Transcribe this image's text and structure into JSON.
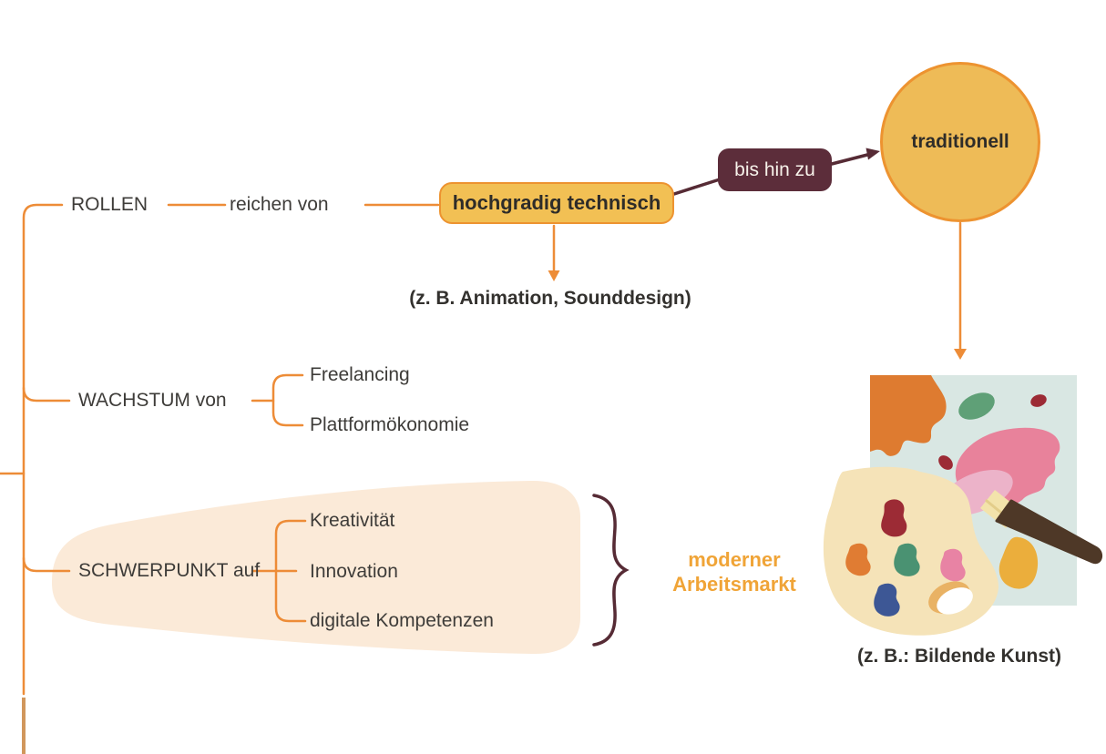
{
  "diagram": {
    "rollen": {
      "label": "ROLLEN",
      "relation": "reichen von",
      "node": "hochgradig technisch",
      "node_example": "(z. B. Animation, Sounddesign)",
      "link_label": "bis hin zu",
      "target_node": "traditionell",
      "target_example": "(z. B.: Bildende Kunst)"
    },
    "wachstum": {
      "label": "WACHSTUM von",
      "items": [
        "Freelancing",
        "Plattformökonomie"
      ]
    },
    "schwerpunkt": {
      "label": "SCHWERPUNKT auf",
      "items": [
        "Kreativität",
        "Innovation",
        "digitale Kompetenzen"
      ],
      "result": [
        "moderner",
        "Arbeitsmarkt"
      ]
    }
  },
  "icons": {
    "palette_illustration": "artist-palette-with-paintbrush-and-canvas"
  },
  "colors": {
    "line_orange": "#ed8c37",
    "node_fill_gold": "#f2c054",
    "node_border_orange": "#ed9330",
    "circle_fill_gold": "#eebb57",
    "maroon": "#5c2d3a",
    "accent_text_orange": "#f0a437",
    "highlight_cream": "#fbead8",
    "text_dark": "#3e3c39",
    "canvas_teal": "#d9e7e3",
    "palette_cream": "#f5e3b8"
  }
}
